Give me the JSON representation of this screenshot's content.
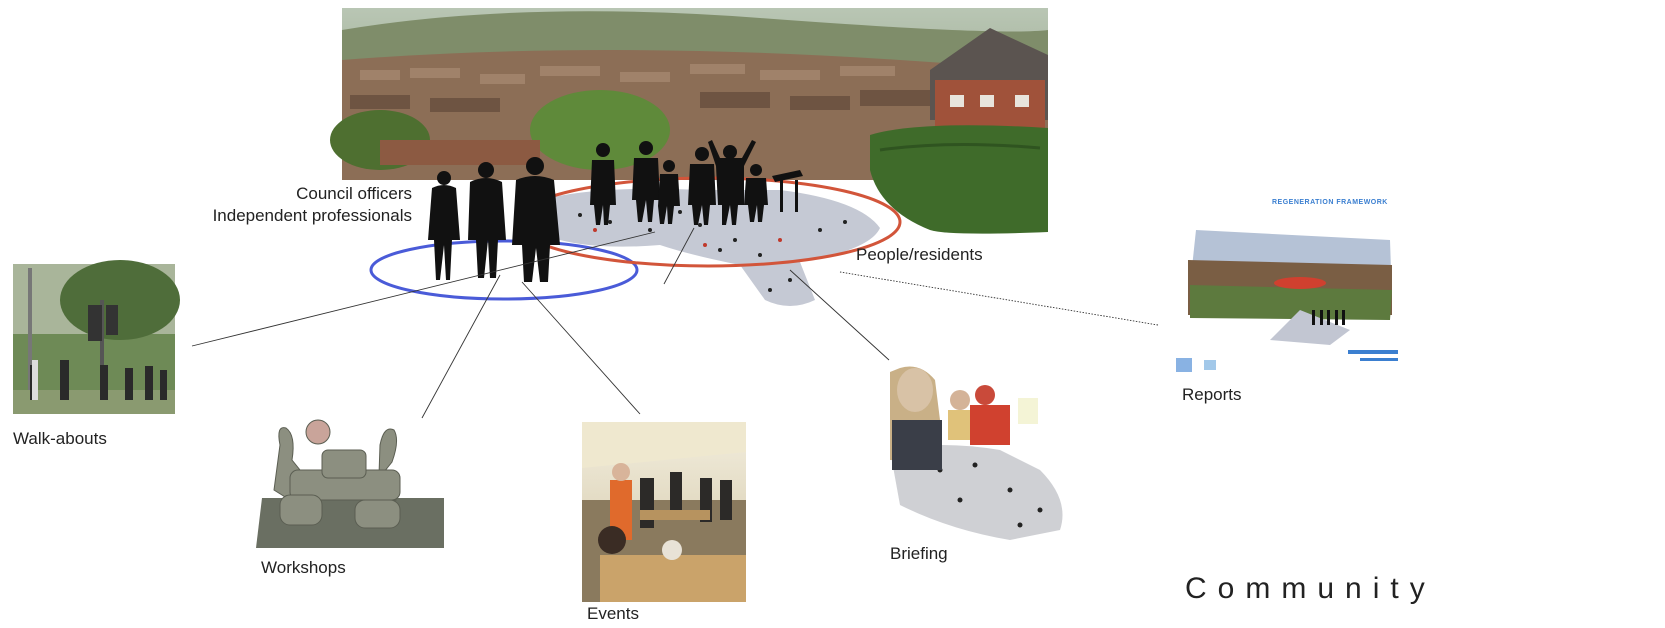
{
  "labels": {
    "council_officers": "Council officers",
    "independent_professionals": "Independent professionals",
    "people_residents": "People/residents",
    "walk_abouts": "Walk-abouts",
    "workshops": "Workshops",
    "events": "Events",
    "briefing": "Briefing",
    "reports": "Reports"
  },
  "title": "Community",
  "report_cover": {
    "heading": "REGENERATION FRAMEWORK"
  },
  "colors": {
    "blue_ring": "#4a5bd8",
    "red_ring": "#d2553a",
    "silhouette": "#111111",
    "report_blue": "#3b7fd0"
  }
}
